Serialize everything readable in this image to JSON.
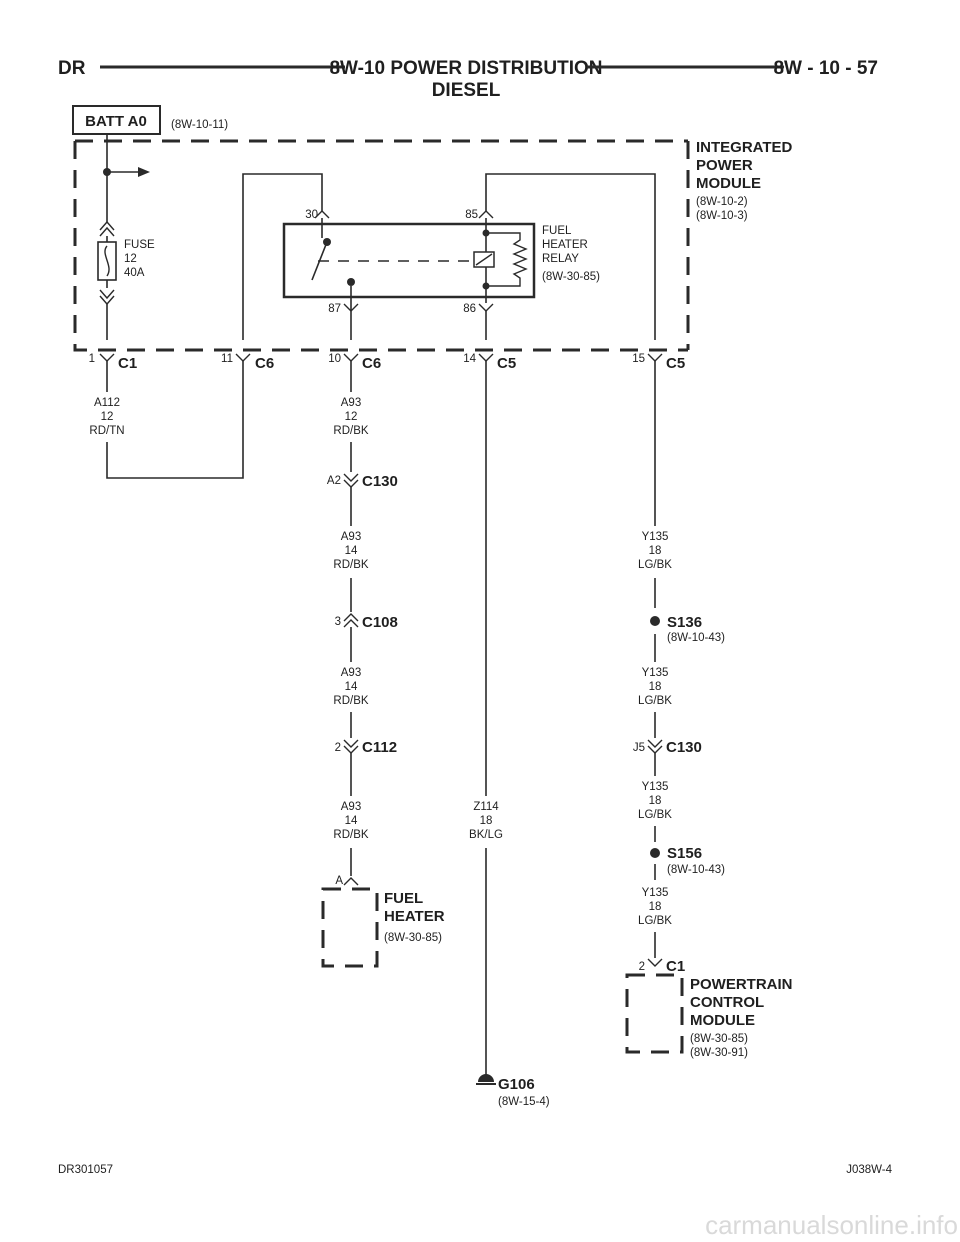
{
  "header": {
    "left": "DR",
    "title_line1": "8W-10 POWER DISTRIBUTION",
    "title_line2": "DIESEL",
    "right": "8W - 10 - 57"
  },
  "batt": {
    "label": "BATT A0",
    "ref": "(8W-10-11)"
  },
  "ipm": {
    "line1": "INTEGRATED",
    "line2": "POWER",
    "line3": "MODULE",
    "ref1": "(8W-10-2)",
    "ref2": "(8W-10-3)"
  },
  "fuse": {
    "line1": "FUSE",
    "line2": "12",
    "line3": "40A"
  },
  "relay": {
    "line1": "FUEL",
    "line2": "HEATER",
    "line3": "RELAY",
    "ref": "(8W-30-85)",
    "pin30": "30",
    "pin85": "85",
    "pin87": "87",
    "pin86": "86"
  },
  "connectors": {
    "c1a": {
      "pin": "1",
      "name": "C1"
    },
    "c6a": {
      "pin": "11",
      "name": "C6"
    },
    "c6b": {
      "pin": "10",
      "name": "C6"
    },
    "c5a": {
      "pin": "14",
      "name": "C5"
    },
    "c5b": {
      "pin": "15",
      "name": "C5"
    },
    "c130a": {
      "pin": "A2",
      "name": "C130"
    },
    "c108": {
      "pin": "3",
      "name": "C108"
    },
    "c112": {
      "pin": "2",
      "name": "C112"
    },
    "c130b": {
      "pin": "J5",
      "name": "C130"
    },
    "c1b": {
      "pin": "2",
      "name": "C1"
    },
    "heater_pin": "A"
  },
  "wires": {
    "a112": {
      "circuit": "A112",
      "gauge": "12",
      "color": "RD/TN"
    },
    "a93_1": {
      "circuit": "A93",
      "gauge": "12",
      "color": "RD/BK"
    },
    "a93_2": {
      "circuit": "A93",
      "gauge": "14",
      "color": "RD/BK"
    },
    "a93_3": {
      "circuit": "A93",
      "gauge": "14",
      "color": "RD/BK"
    },
    "a93_4": {
      "circuit": "A93",
      "gauge": "14",
      "color": "RD/BK"
    },
    "z114": {
      "circuit": "Z114",
      "gauge": "18",
      "color": "BK/LG"
    },
    "y135_1": {
      "circuit": "Y135",
      "gauge": "18",
      "color": "LG/BK"
    },
    "y135_2": {
      "circuit": "Y135",
      "gauge": "18",
      "color": "LG/BK"
    },
    "y135_3": {
      "circuit": "Y135",
      "gauge": "18",
      "color": "LG/BK"
    },
    "y135_4": {
      "circuit": "Y135",
      "gauge": "18",
      "color": "LG/BK"
    }
  },
  "splices": {
    "s136": {
      "name": "S136",
      "ref": "(8W-10-43)"
    },
    "s156": {
      "name": "S156",
      "ref": "(8W-10-43)"
    }
  },
  "ground": {
    "name": "G106",
    "ref": "(8W-15-4)"
  },
  "fuel_heater": {
    "line1": "FUEL",
    "line2": "HEATER",
    "ref": "(8W-30-85)"
  },
  "pcm": {
    "line1": "POWERTRAIN",
    "line2": "CONTROL",
    "line3": "MODULE",
    "ref1": "(8W-30-85)",
    "ref2": "(8W-30-91)"
  },
  "footer": {
    "left": "DR301057",
    "right": "J038W-4"
  },
  "watermark": "carmanualsonline.info"
}
